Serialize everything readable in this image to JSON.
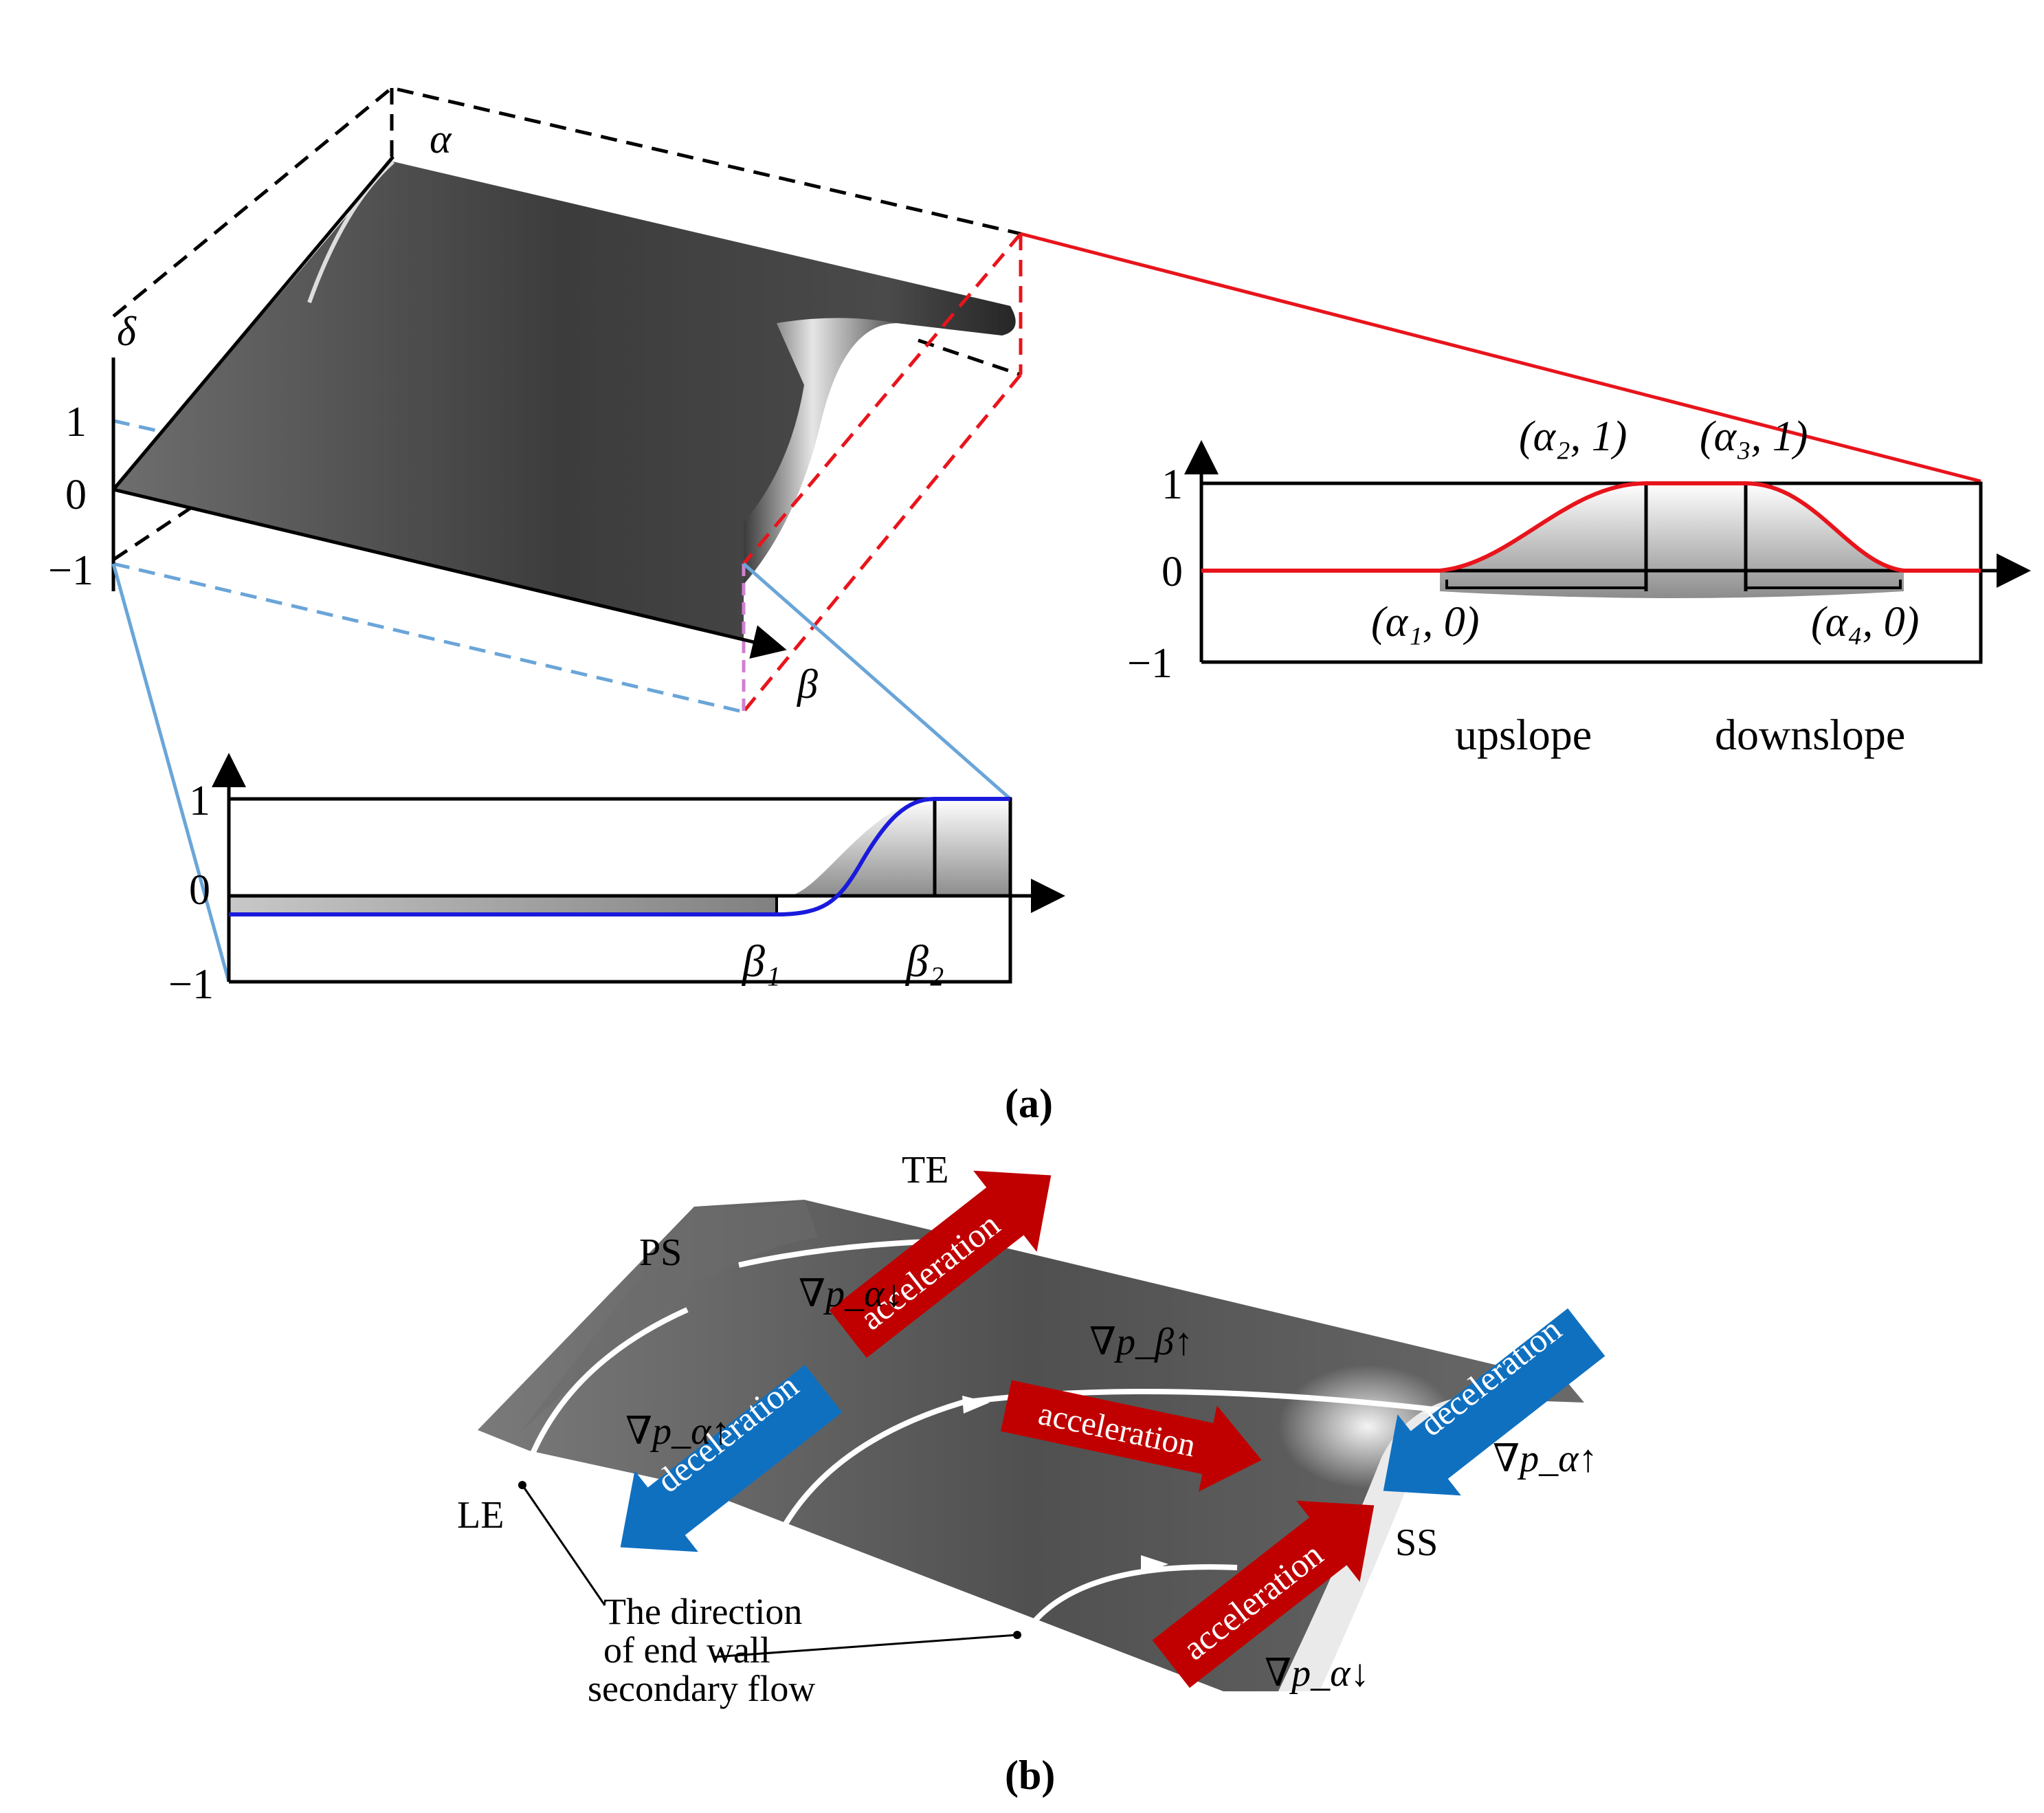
{
  "part_a": {
    "caption": "(a)",
    "surface_axes": {
      "alpha": "α",
      "delta": "δ",
      "beta": "β"
    },
    "surface_ticks": [
      "1",
      "0",
      "−1"
    ],
    "alpha_profile": {
      "ticks": [
        "1",
        "0",
        "−1"
      ],
      "points": [
        "(α₂, 1)",
        "(α₃, 1)",
        "(α₁, 0)",
        "(α₄, 0)"
      ],
      "regions": [
        "upslope",
        "downslope"
      ],
      "curve_color": "#e8141c"
    },
    "beta_profile": {
      "ticks": [
        "1",
        "0",
        "−1"
      ],
      "points": [
        "β₁",
        "β₂"
      ],
      "curve_color": "#1a1adc"
    }
  },
  "part_b": {
    "caption": "(b)",
    "edge_labels": {
      "te": "TE",
      "ps": "PS",
      "le": "LE",
      "ss": "SS"
    },
    "gradients": {
      "ps_top": "∇p_α↓",
      "left_mid": "∇p_α↑",
      "beta_up": "∇p_β↑",
      "right_mid": "∇p_α↑",
      "ss_bottom": "∇p_α↓"
    },
    "arrows": {
      "acc_top": "acceleration",
      "acc_mid": "acceleration",
      "acc_bottom": "acceleration",
      "dec_left": "deceleration",
      "dec_right": "deceleration"
    },
    "annotation": [
      "The direction",
      "of end wall",
      "secondary flow"
    ],
    "colors": {
      "acceleration": "#c00000",
      "deceleration": "#1070c0",
      "surface": "#595959"
    }
  }
}
